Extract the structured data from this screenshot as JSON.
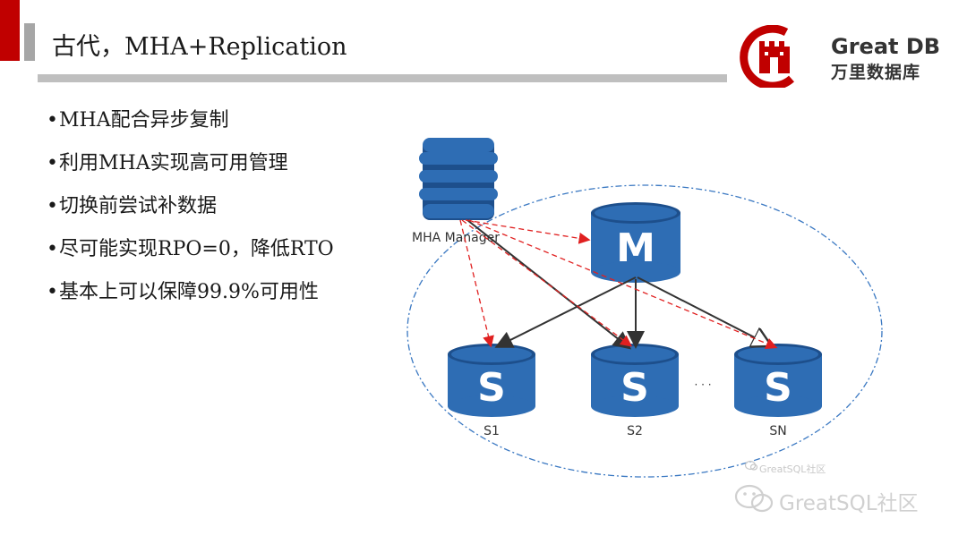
{
  "header": {
    "title": "古代，MHA+Replication"
  },
  "logo": {
    "brand_en": "Great DB",
    "brand_cn": "万里数据库"
  },
  "bullets": [
    "MHA配合异步复制",
    "利用MHA实现高可用管理",
    "切换前尝试补数据",
    "尽可能实现RPO=0，降低RTO",
    "基本上可以保障99.9%可用性"
  ],
  "diagram": {
    "manager_label": "MHA Manager",
    "master_letter": "M",
    "slave_letter": "S",
    "ellipsis": "· · ·",
    "nodes": [
      "S1",
      "S2",
      "SN"
    ]
  },
  "watermark": {
    "small": "GreatSQL社区",
    "large": "GreatSQL社区"
  },
  "colors": {
    "accent_red": "#c00000",
    "node_blue": "#2e6db4",
    "node_dark": "#1d4f8c",
    "arrow_dark": "#333333",
    "arrow_red": "#e02020",
    "boundary": "#3a78c2"
  }
}
